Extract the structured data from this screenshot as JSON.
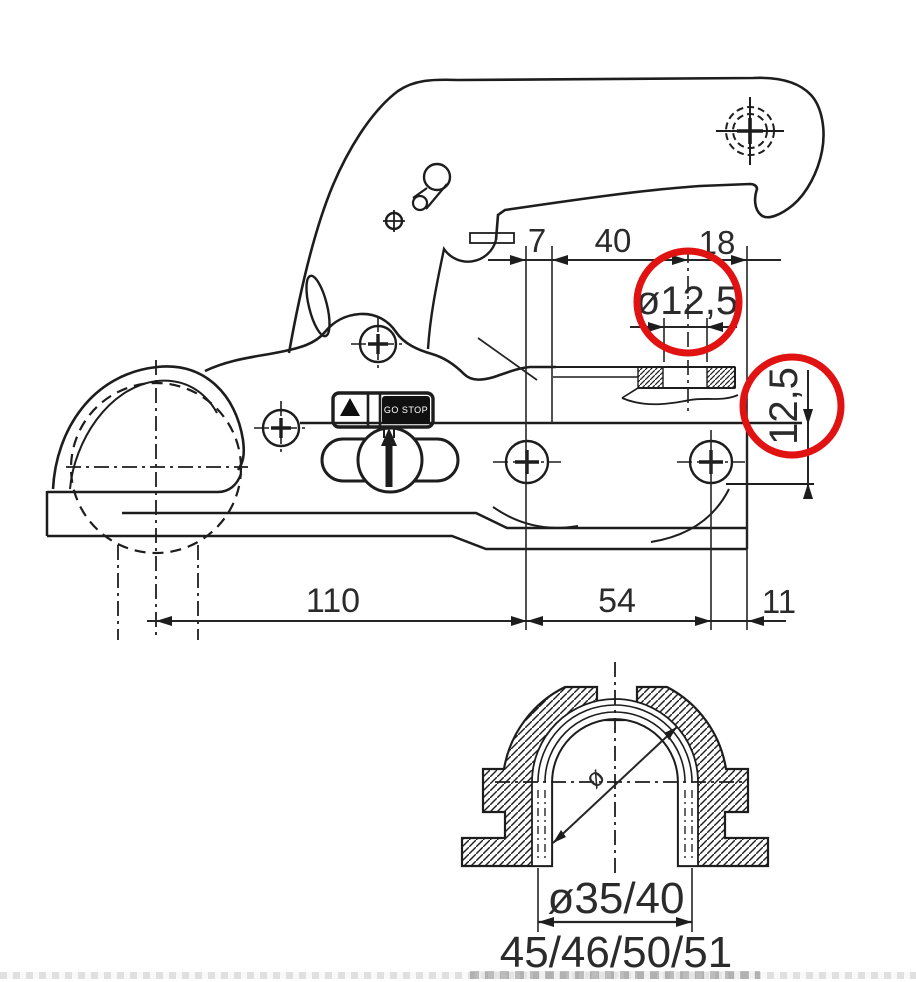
{
  "drawing": {
    "kind": "trailer-coupling-technical-drawing",
    "views": {
      "side_view": "coupling side view",
      "section_view": "clamp cross-section"
    }
  },
  "dimensions": {
    "top_offsets": [
      "7",
      "40",
      "18"
    ],
    "hole_diameter": "ø12,5",
    "vertical_offset": "12,5",
    "bottom_lengths": [
      "110",
      "54",
      "11"
    ],
    "diameter_symbol": "ø",
    "bore_diameter": "ø35/40",
    "shaft_diameters": "45/46/50/51"
  },
  "indicator_label": {
    "icon": "warning-triangle-icon",
    "text": "GO STOP"
  },
  "colors": {
    "line": "#1d1d1d",
    "highlight": "#e01212",
    "label_bg": "#101010"
  }
}
